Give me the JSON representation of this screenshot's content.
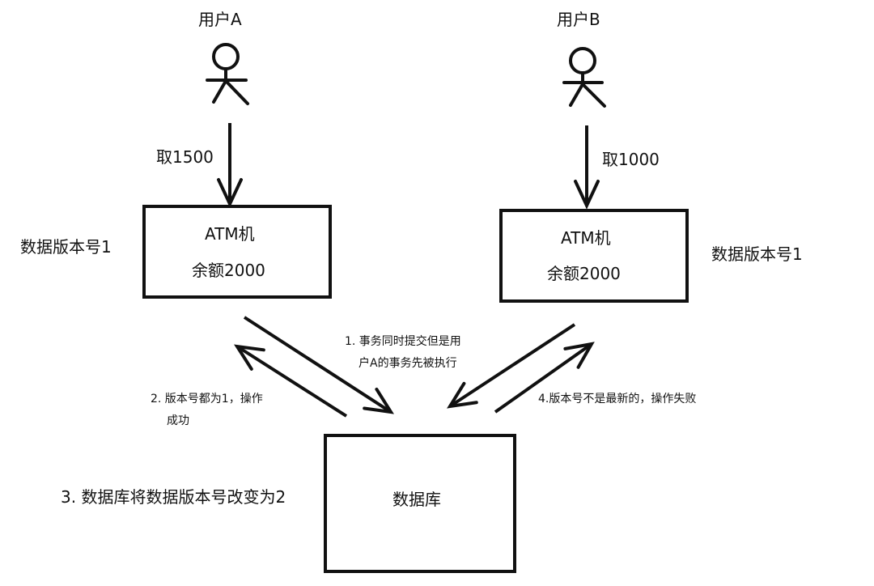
{
  "users": {
    "a": {
      "label": "用户A"
    },
    "b": {
      "label": "用户B"
    }
  },
  "withdrawals": {
    "a": "取1500",
    "b": "取1000"
  },
  "atm_boxes": {
    "a": {
      "title": "ATM机",
      "balance": "余额2000",
      "version_note": "数据版本号1"
    },
    "b": {
      "title": "ATM机",
      "balance": "余额2000",
      "version_note": "数据版本号1"
    }
  },
  "database": {
    "label": "数据库",
    "step3": "3. 数据库将数据版本号改变为2"
  },
  "steps": {
    "step1_line1": "1. 事务同时提交但是用",
    "step1_line2": "户A的事务先被执行",
    "step2_line1": "2. 版本号都为1，操作",
    "step2_line2": "成功",
    "step4": "4.版本号不是最新的，操作失败"
  },
  "colors": {
    "stroke": "#111111",
    "background": "#ffffff"
  }
}
